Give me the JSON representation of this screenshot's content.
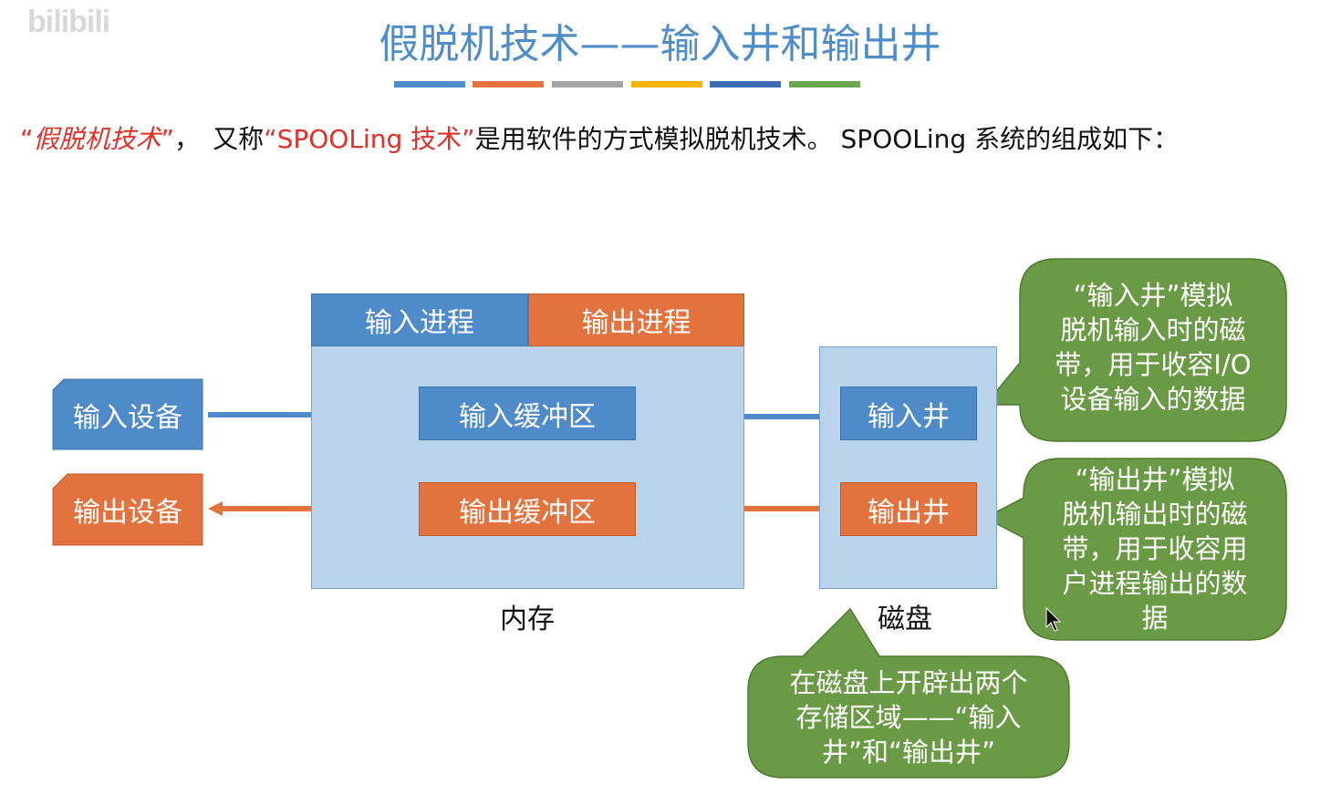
{
  "watermark": "bilibili",
  "title": "假脱机技术——输入井和输出井",
  "title_bar_colors": [
    "#4f8dc8",
    "#e2733e",
    "#a5a5a5",
    "#f5b400",
    "#3c6cb4",
    "#6aa84f"
  ],
  "intro": {
    "q1_open": "“",
    "term1": "假脱机技术",
    "q1_close": "”",
    "comma": "，",
    "also_called": "又称",
    "term2": "“SPOOLing 技术”",
    "rest": "是用软件的方式模拟脱机技术。 SPOOLing 系统的组成如下："
  },
  "diagram": {
    "input_process": "输入进程",
    "output_process": "输出进程",
    "input_buffer": "输入缓冲区",
    "output_buffer": "输出缓冲区",
    "input_device": "输入设备",
    "output_device": "输出设备",
    "input_well": "输入井",
    "output_well": "输出井",
    "memory_label": "内存",
    "disk_label": "磁盘"
  },
  "callouts": {
    "input_well": [
      "“输入井”模拟",
      "脱机输入时的磁",
      "带，用于收容I/O",
      "设备输入的数据"
    ],
    "output_well": [
      "“输出井”模拟",
      "脱机输出时的磁",
      "带，用于收容用",
      "户进程输出的数",
      "据"
    ],
    "disk": [
      "在磁盘上开辟出两个",
      "存储区域——“输入",
      "井”和“输出井”"
    ]
  },
  "colors": {
    "blue": "#4e8bc8",
    "orange": "#e2733e",
    "light_blue": "#b9d3ea",
    "green": "#6a9a45",
    "red": "#e0302a"
  }
}
